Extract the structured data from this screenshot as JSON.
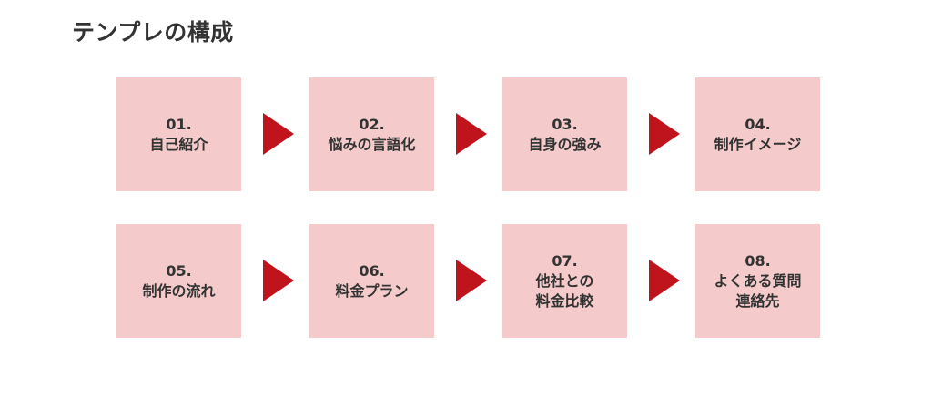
{
  "title": "テンプレの構成",
  "colors": {
    "card_background": "#f4cacb",
    "arrow": "#c0141c",
    "text": "#333333"
  },
  "steps": [
    {
      "number": "01.",
      "label": [
        "自己紹介"
      ]
    },
    {
      "number": "02.",
      "label": [
        "悩みの言語化"
      ]
    },
    {
      "number": "03.",
      "label": [
        "自身の強み"
      ]
    },
    {
      "number": "04.",
      "label": [
        "制作イメージ"
      ]
    },
    {
      "number": "05.",
      "label": [
        "制作の流れ"
      ]
    },
    {
      "number": "06.",
      "label": [
        "料金プラン"
      ]
    },
    {
      "number": "07.",
      "label": [
        "他社との",
        "料金比較"
      ]
    },
    {
      "number": "08.",
      "label": [
        "よくある質問",
        "連絡先"
      ]
    }
  ]
}
